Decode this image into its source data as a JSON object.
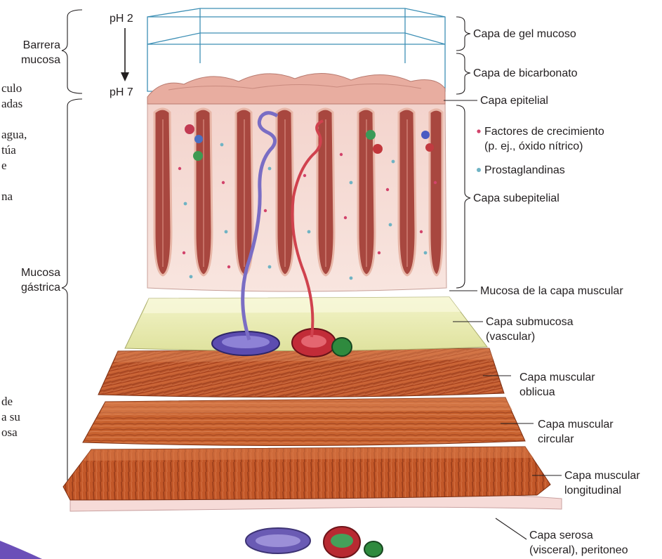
{
  "labels": {
    "ph_top": "pH 2",
    "ph_bottom": "pH 7",
    "barrier_line1": "Barrera",
    "barrier_line2": "mucosa",
    "gastric_line1": "Mucosa",
    "gastric_line2": "gástrica",
    "gel_layer": "Capa de gel mucoso",
    "bicarbonate_layer": "Capa de bicarbonato",
    "epithelial_layer": "Capa epitelial",
    "growth_factors_line1": "Factores de crecimiento",
    "growth_factors_line2": "(p. ej., óxido nítrico)",
    "prostaglandins": "Prostaglandinas",
    "subepithelial_layer": "Capa subepitelial",
    "muscularis_mucosa": "Mucosa de la capa muscular",
    "submucosa_line1": "Capa submucosa",
    "submucosa_line2": "(vascular)",
    "oblique_line1": "Capa muscular",
    "oblique_line2": "oblicua",
    "circular_line1": "Capa muscular",
    "circular_line2": "circular",
    "longitudinal_line1": "Capa muscular",
    "longitudinal_line2": "longitudinal",
    "serosa_line1": "Capa serosa",
    "serosa_line2": "(visceral), peritoneo"
  },
  "cropped_text": [
    "culo",
    "adas",
    "agua,",
    "túa",
    "e",
    "na",
    "de",
    "a su",
    "osa"
  ],
  "colors": {
    "leader_line": "#231f20",
    "gel_outline": "#3d8fb5",
    "mucosa_fill": "#f6dcd6",
    "gland_fill": "#a34a43",
    "submucosa_fill": "#eef0b9",
    "muscle_fill": "#c45a2c",
    "growth_factor_dot": "#d2436b",
    "prostaglandin_dot": "#6fb3c4"
  }
}
